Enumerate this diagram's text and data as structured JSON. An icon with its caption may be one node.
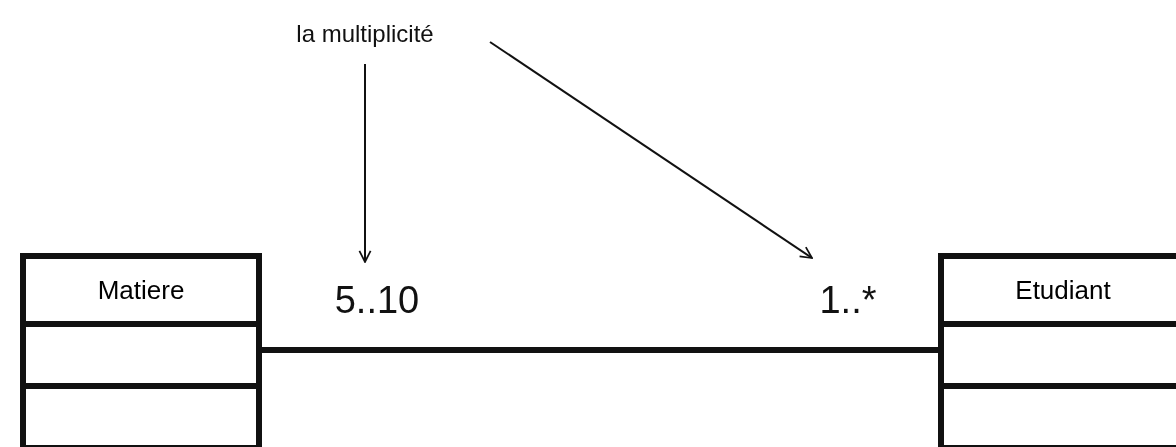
{
  "diagram": {
    "nodes": [
      {
        "text": [
          "la multiplicité"
        ]
      },
      {
        "text": [
          "Matiere"
        ]
      },
      {
        "text": [
          "5..10"
        ]
      },
      {
        "text": [
          "1..*"
        ]
      },
      {
        "text": [
          "Etudiant"
        ]
      }
    ],
    "edges": [
      {
        "from": 0,
        "to": 2,
        "arrow": "to"
      },
      {
        "from": 0,
        "to": 3,
        "arrow": "to"
      },
      {
        "from": 1,
        "to": 4,
        "arrow": "none",
        "style": "thick"
      }
    ]
  }
}
